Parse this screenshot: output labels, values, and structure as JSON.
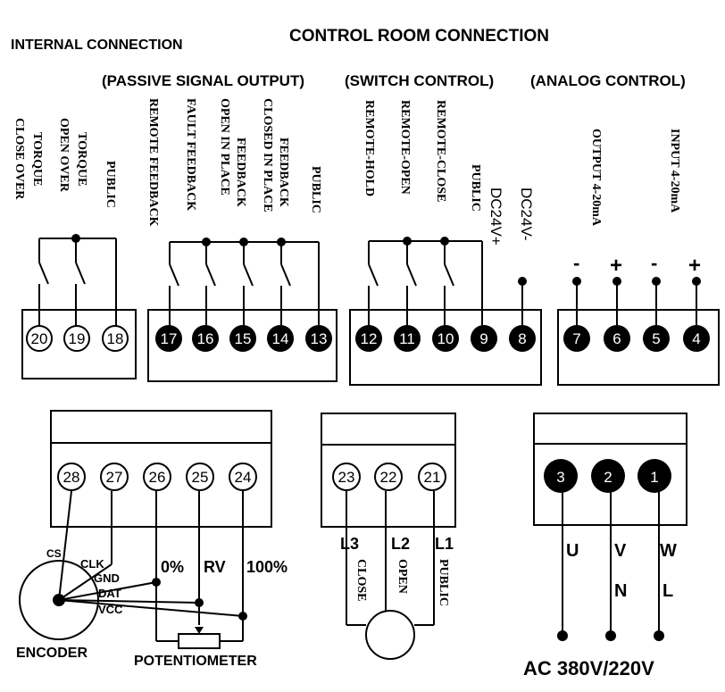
{
  "headings": {
    "internal": "INTERNAL CONNECTION",
    "control_room": "CONTROL ROOM CONNECTION",
    "passive": "(PASSIVE SIGNAL OUTPUT)",
    "switch": "(SWITCH CONTROL)",
    "analog": "(ANALOG CONTROL)"
  },
  "internal_labels": [
    "CLOSE OVER",
    "TORQUE",
    "OPEN OVER",
    "TORQUE",
    "PUBLIC"
  ],
  "passive_labels": [
    "REMOTE FEEDBACK",
    "FAULT FEEDBACK",
    "OPEN IN PLACE",
    "FEEDBACK",
    "CLOSED IN PLACE",
    "FEEDBACK",
    "PUBLIC"
  ],
  "switch_labels": [
    "REMOTE-HOLD",
    "REMOTE-OPEN",
    "REMOTE-CLOSE",
    "PUBLIC",
    "DC24V+",
    "DC24V-"
  ],
  "analog_labels": [
    "OUTPUT 4-20mA",
    "INPUT 4-20mA"
  ],
  "polarity": [
    "-",
    "+",
    "-",
    "+"
  ],
  "terminals": {
    "internal": [
      "20",
      "19",
      "18"
    ],
    "passive": [
      "17",
      "16",
      "15",
      "14",
      "13"
    ],
    "switch": [
      "12",
      "11",
      "10",
      "9",
      "8"
    ],
    "analog": [
      "7",
      "6",
      "5",
      "4"
    ],
    "encoder": [
      "28",
      "27",
      "26",
      "25",
      "24"
    ],
    "motor": [
      "23",
      "22",
      "21"
    ],
    "power": [
      "3",
      "2",
      "1"
    ]
  },
  "encoder_labels": {
    "cs": "CS",
    "clk": "CLK",
    "gnd": "GND",
    "dat": "DAT",
    "vcc": "VCC",
    "encoder": "ENCODER",
    "pct0": "0%",
    "rv": "RV",
    "pct100": "100%",
    "potentiometer": "POTENTIOMETER"
  },
  "motor_labels": {
    "l3": "L3",
    "l2": "L2",
    "l1": "L1",
    "close": "CLOSE",
    "open": "OPEN",
    "public": "PUBLIC"
  },
  "power_labels": {
    "u": "U",
    "v": "V",
    "w": "W",
    "n": "N",
    "l": "L",
    "supply": "AC 380V/220V"
  }
}
